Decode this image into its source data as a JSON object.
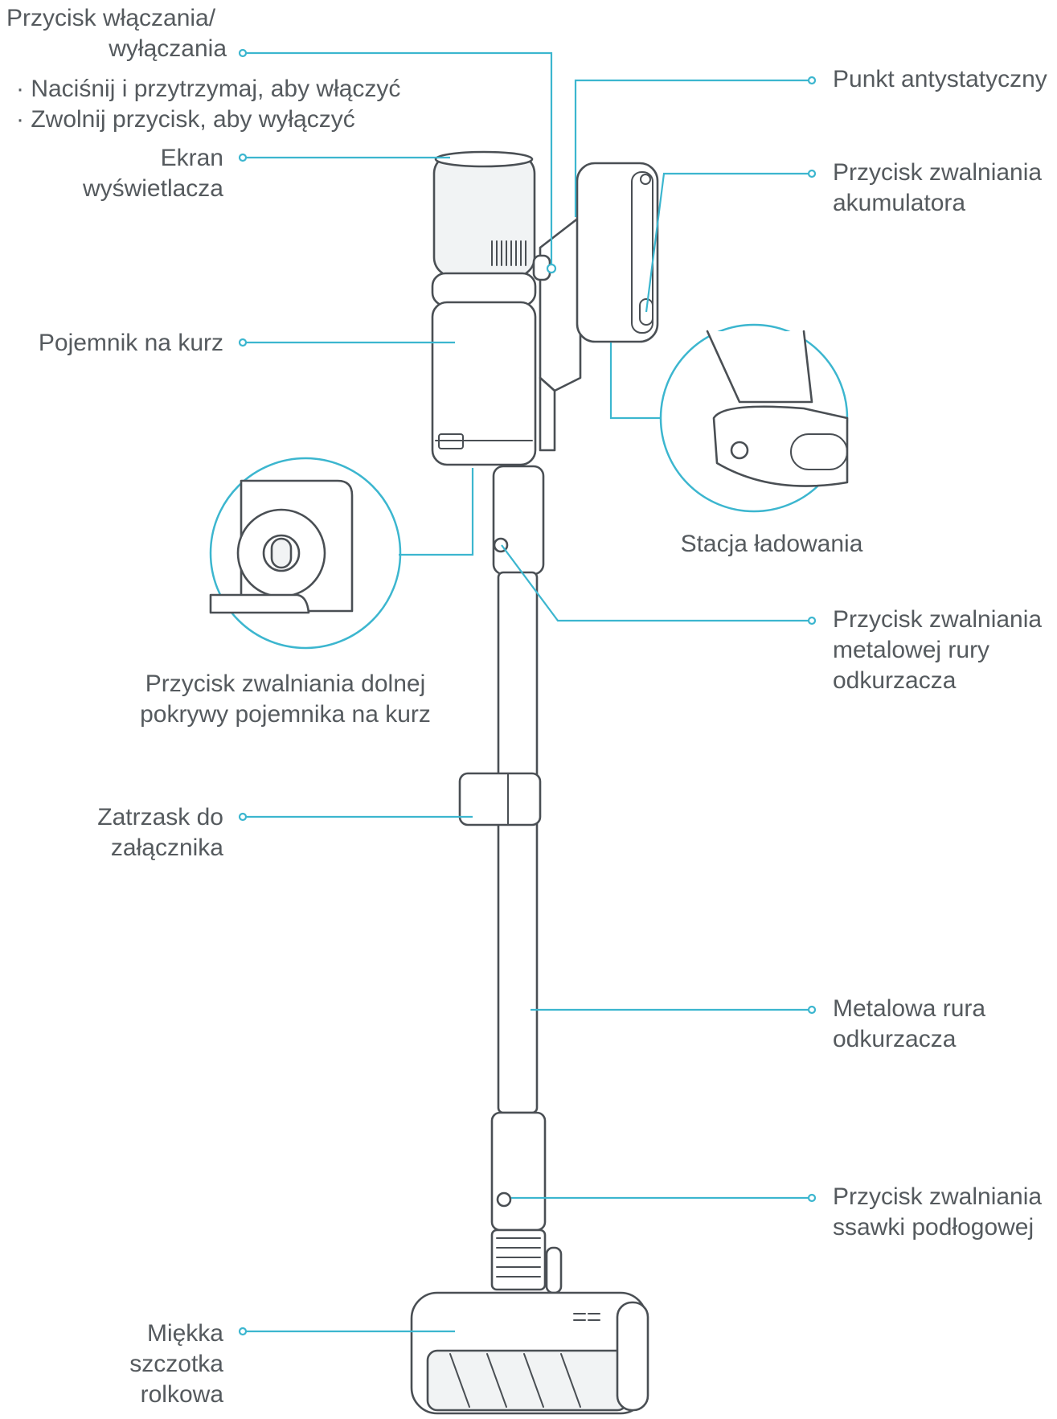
{
  "diagram": {
    "labels": {
      "power_button": {
        "lines": [
          "Przycisk włączania/",
          "wyłączania"
        ]
      },
      "power_notes": {
        "lines": [
          "· Naciśnij i przytrzymaj, aby włączyć",
          "· Zwolnij przycisk, aby wyłączyć"
        ]
      },
      "display": {
        "lines": [
          "Ekran",
          "wyświetlacza"
        ]
      },
      "dust_bin": {
        "lines": [
          "Pojemnik na kurz"
        ]
      },
      "bin_cover_release": {
        "lines": [
          "Przycisk zwalniania dolnej",
          "pokrywy pojemnika na kurz"
        ]
      },
      "attachment_clip": {
        "lines": [
          "Zatrzask do",
          "załącznika"
        ]
      },
      "soft_roller": {
        "lines": [
          "Miękka",
          "szczotka",
          "rolkowa"
        ]
      },
      "antistatic": {
        "lines": [
          "Punkt antystatyczny"
        ]
      },
      "battery_release": {
        "lines": [
          "Przycisk zwalniania",
          "akumulatora"
        ]
      },
      "charging_station": {
        "lines": [
          "Stacja ładowania"
        ]
      },
      "tube_release": {
        "lines": [
          "Przycisk zwalniania",
          "metalowej rury",
          "odkurzacza"
        ]
      },
      "metal_tube": {
        "lines": [
          "Metalowa rura",
          "odkurzacza"
        ]
      },
      "floor_head_release": {
        "lines": [
          "Przycisk zwalniania",
          "ssawki podłogowej"
        ]
      }
    },
    "colors": {
      "leader": "#3cb6cf",
      "outline": "#4a4f54",
      "text": "#555a5e"
    }
  }
}
